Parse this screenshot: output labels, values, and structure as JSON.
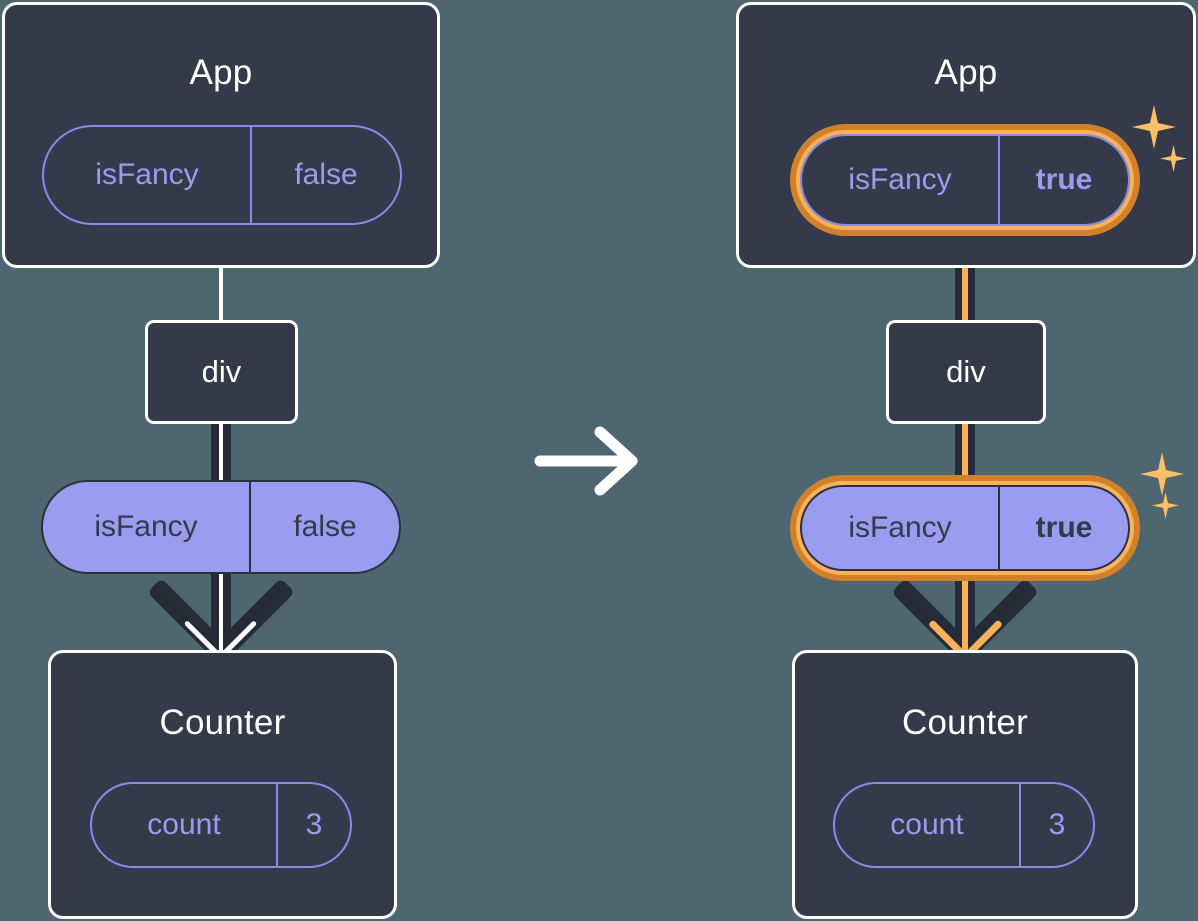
{
  "diagram": {
    "title": "React state update propagation — isFancy toggled from false to true",
    "background_color": "#4d666f",
    "card_color": "#343a4a",
    "accent_color": "#f9b257",
    "accent_dark_color": "#d2812a",
    "pill_color": "#9a9cf0",
    "transition_arrow": "arrow-right"
  },
  "before": {
    "app": {
      "title": "App",
      "prop_name": "isFancy",
      "prop_value": "false"
    },
    "div": {
      "label": "div"
    },
    "passed_prop": {
      "name": "isFancy",
      "value": "false",
      "highlighted": "false"
    },
    "counter": {
      "title": "Counter",
      "state_name": "count",
      "state_value": "3"
    }
  },
  "after": {
    "app": {
      "title": "App",
      "prop_name": "isFancy",
      "prop_value": "true",
      "highlighted": "true"
    },
    "div": {
      "label": "div"
    },
    "passed_prop": {
      "name": "isFancy",
      "value": "true",
      "highlighted": "true"
    },
    "counter": {
      "title": "Counter",
      "state_name": "count",
      "state_value": "3"
    }
  },
  "icons": {
    "sparkle_large": "sparkle-icon",
    "sparkle_small": "sparkle-small-icon",
    "transition": "arrow-right-icon",
    "flow": "arrow-down-icon"
  }
}
